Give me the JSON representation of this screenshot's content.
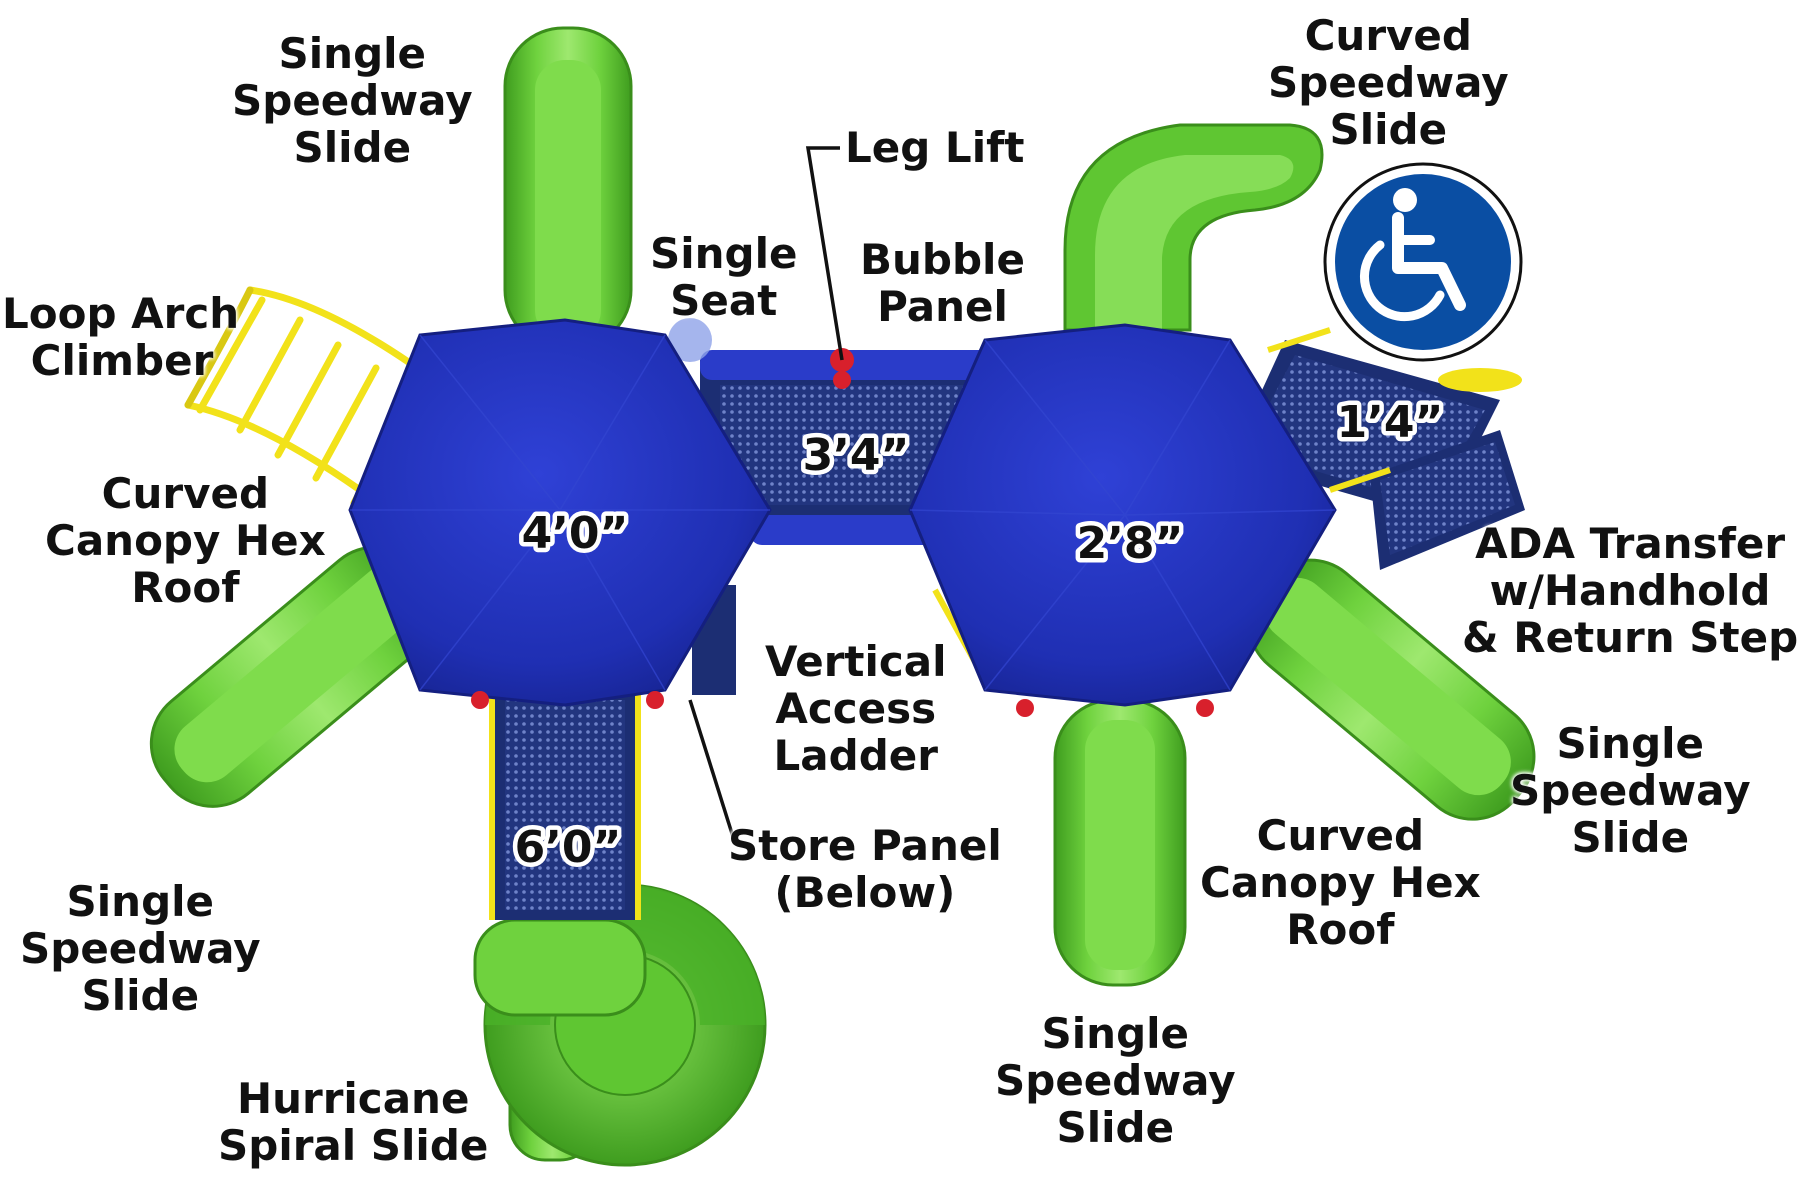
{
  "labels": {
    "single_speedway_slide_top_left": [
      "Single",
      "Speedway",
      "Slide"
    ],
    "leg_lift": "Leg Lift",
    "curved_speedway_slide": [
      "Curved",
      "Speedway",
      "Slide"
    ],
    "single_seat": [
      "Single",
      "Seat"
    ],
    "bubble_panel": [
      "Bubble",
      "Panel"
    ],
    "loop_arch_climber": [
      "Loop Arch",
      "Climber"
    ],
    "curved_canopy_hex_roof_left": [
      "Curved",
      "Canopy Hex",
      "Roof"
    ],
    "ada_transfer": [
      "ADA Transfer",
      "w/Handhold",
      "& Return Step"
    ],
    "vertical_access_ladder": [
      "Vertical",
      "Access",
      "Ladder"
    ],
    "single_speedway_slide_right": [
      "Single",
      "Speedway",
      "Slide"
    ],
    "store_panel": [
      "Store Panel",
      "(Below)"
    ],
    "curved_canopy_hex_roof_right": [
      "Curved",
      "Canopy Hex",
      "Roof"
    ],
    "single_speedway_slide_bottom_left": [
      "Single",
      "Speedway",
      "Slide"
    ],
    "single_speedway_slide_bottom_center": [
      "Single",
      "Speedway",
      "Slide"
    ],
    "hurricane_spiral_slide": [
      "Hurricane",
      "Spiral Slide"
    ]
  },
  "dimensions": {
    "left_roof_deck": "4’0”",
    "bridge": "3’4”",
    "right_roof_deck": "2’8”",
    "transfer_platform": "1’4”",
    "stair_platform": "6’0”"
  },
  "icons": {
    "accessibility": "wheelchair-accessibility-icon"
  },
  "colors": {
    "slide_green": "#5fc632",
    "roof_blue": "#1f2fb3",
    "deck_navy": "#1c2e73",
    "rail_yellow": "#f2e21a",
    "accent_red": "#d8202c",
    "ada_blue": "#0a4ea3"
  }
}
